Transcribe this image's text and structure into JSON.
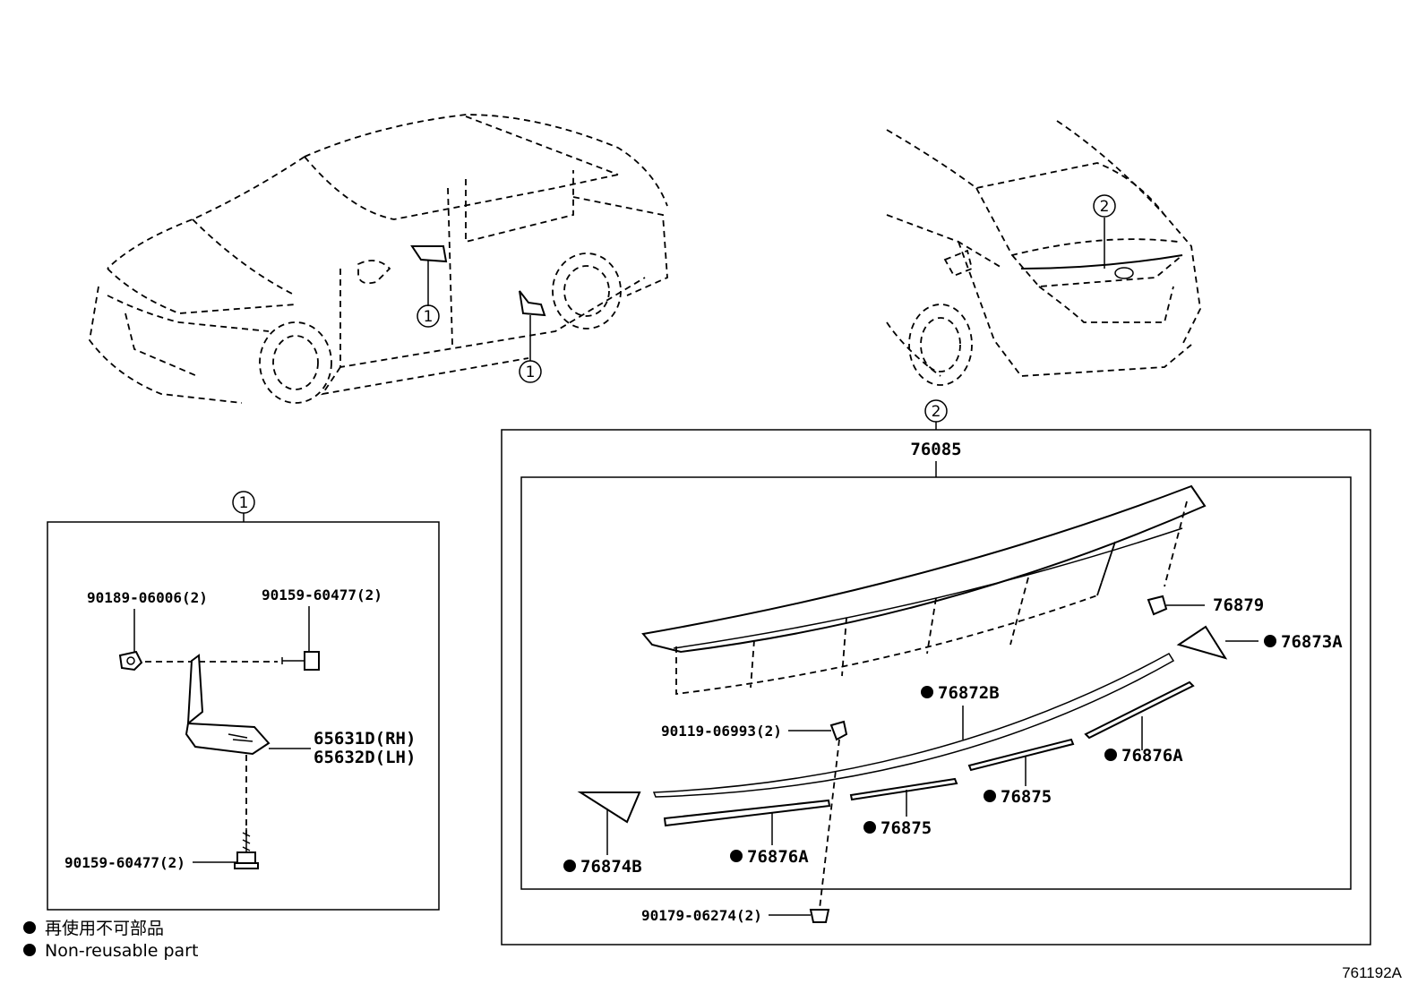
{
  "callouts": {
    "one": "1",
    "two": "2"
  },
  "section1": {
    "callout": "1",
    "parts": {
      "nut": "90189-06006(2)",
      "bolt_top": "90159-60477(2)",
      "bracket_rh": "65631D(RH)",
      "bracket_lh": "65632D(LH)",
      "bolt_bottom": "90159-60477(2)"
    }
  },
  "section2": {
    "callout": "2",
    "spoiler": "76085",
    "parts": {
      "clip_top": "76879",
      "cover_right": "76873A",
      "moulding_b": "76872B",
      "nut_clip": "90119-06993(2)",
      "strip_right": "76876A",
      "strip_mid_right": "76875",
      "strip_mid_left": "76875",
      "strip_left": "76876A",
      "cover_left": "76874B",
      "clip_bottom": "90179-06274(2)"
    }
  },
  "legend": {
    "line1": "再使用不可部品",
    "line2": "Non-reusable part"
  },
  "diagram_code": "761192A"
}
